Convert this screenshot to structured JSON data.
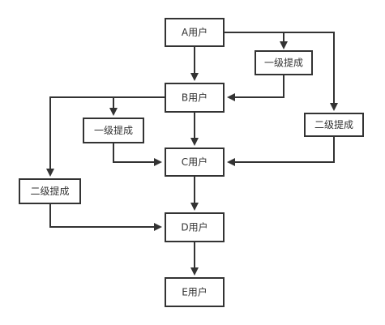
{
  "diagram": {
    "nodes": {
      "a_user": "A用户",
      "b_user": "B用户",
      "c_user": "C用户",
      "d_user": "D用户",
      "e_user": "E用户",
      "level1_commission_ab": "一级提成",
      "level1_commission_bc": "一级提成",
      "level2_commission_ac": "二级提成",
      "level2_commission_bd": "二级提成"
    },
    "edges": [
      {
        "from": "A用户",
        "to": "B用户"
      },
      {
        "from": "A用户",
        "to": "一级提成"
      },
      {
        "from": "一级提成",
        "to": "B用户"
      },
      {
        "from": "A用户",
        "to": "二级提成"
      },
      {
        "from": "二级提成",
        "to": "C用户"
      },
      {
        "from": "B用户",
        "to": "C用户"
      },
      {
        "from": "B用户",
        "to": "一级提成"
      },
      {
        "from": "一级提成",
        "to": "C用户"
      },
      {
        "from": "B用户",
        "to": "二级提成"
      },
      {
        "from": "二级提成",
        "to": "D用户"
      },
      {
        "from": "C用户",
        "to": "D用户"
      },
      {
        "from": "D用户",
        "to": "E用户"
      }
    ],
    "colors": {
      "stroke": "#333333",
      "background": "#ffffff"
    }
  }
}
